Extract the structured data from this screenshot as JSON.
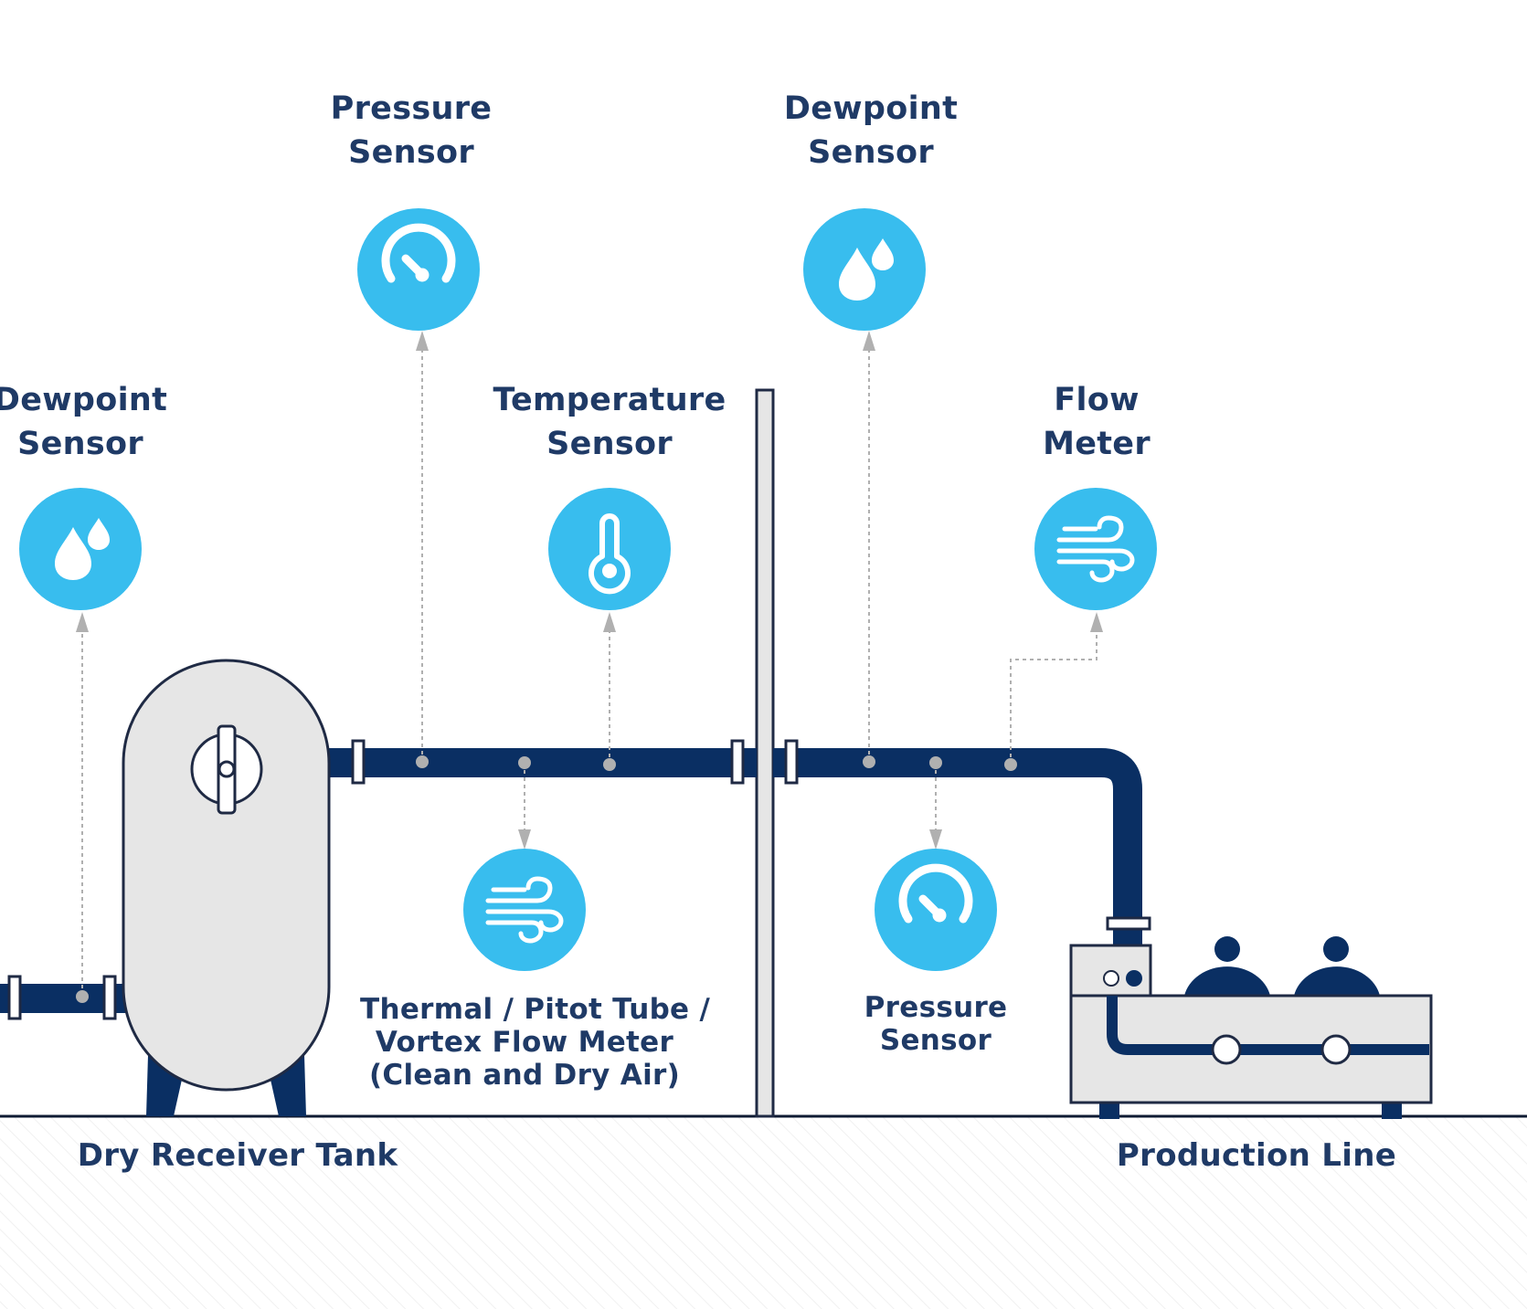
{
  "colors": {
    "pipe": "#0a2f63",
    "accent": "#38bdee",
    "tank_fill": "#e6e6e6",
    "outline": "#1f2a44",
    "label": "#1f3a66",
    "connector": "#b0b0b0"
  },
  "sensors": [
    {
      "id": "dewpoint-left",
      "icon": "water-drops-icon",
      "line1": "Dewpoint",
      "line2": "Sensor"
    },
    {
      "id": "pressure-top",
      "icon": "pressure-gauge-icon",
      "line1": "Pressure",
      "line2": "Sensor"
    },
    {
      "id": "temperature",
      "icon": "thermometer-icon",
      "line1": "Temperature",
      "line2": "Sensor"
    },
    {
      "id": "dewpoint-top",
      "icon": "water-drops-icon",
      "line1": "Dewpoint",
      "line2": "Sensor"
    },
    {
      "id": "flow-meter",
      "icon": "wind-flow-icon",
      "line1": "Flow",
      "line2": "Meter"
    },
    {
      "id": "thermal-flow",
      "icon": "wind-flow-icon",
      "line1": "Thermal / Pitot Tube /",
      "line2": "Vortex Flow Meter",
      "line3": "(Clean and Dry Air)"
    },
    {
      "id": "pressure-bottom",
      "icon": "pressure-gauge-icon",
      "line1": "Pressure",
      "line2": "Sensor"
    }
  ],
  "equipment": {
    "tank_label": "Dry Receiver Tank",
    "production_label": "Production Line"
  }
}
